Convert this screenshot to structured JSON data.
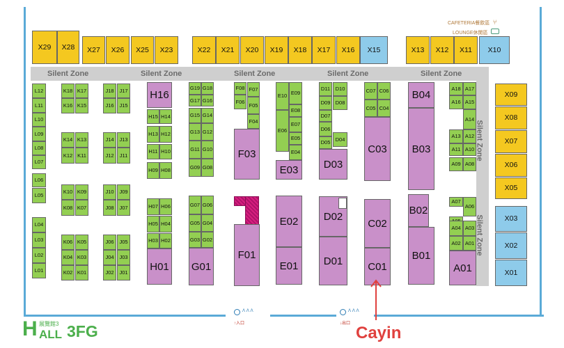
{
  "header": {
    "cafeteria": "CAFETERIA餐飲區",
    "lounge": "LOUNGE休閒區"
  },
  "zone_label": "Silent Zone",
  "hall": {
    "prefix": "展覽館3",
    "h": "H",
    "all": "ALL",
    "num": "3FG"
  },
  "entrances": {
    "left": "入口",
    "right": "出口",
    "sign": "ᐱ ᐱ ᐱ"
  },
  "marker": {
    "label": "Cayin",
    "color": "#e0413e"
  },
  "colors": {
    "yellow": "#f4c820",
    "blue": "#8ecbea",
    "green": "#93cf52",
    "purple": "#c990c9",
    "wall": "#5aaad7"
  },
  "booths": {
    "top": [
      "X29",
      "X28",
      "X27",
      "X26",
      "X25",
      "X23",
      "X22",
      "X21",
      "X20",
      "X19",
      "X18",
      "X17",
      "X16",
      "X15",
      "X13",
      "X12",
      "X11",
      "X10"
    ],
    "right": [
      "X09",
      "X08",
      "X07",
      "X06",
      "X05",
      "X03",
      "X02",
      "X01"
    ],
    "L": [
      "L12",
      "L11",
      "L10",
      "L09",
      "L08",
      "L07",
      "L06",
      "L05",
      "L04",
      "L03",
      "L02",
      "L01"
    ],
    "K": [
      "K18",
      "K17",
      "K16",
      "K15",
      "K14",
      "K13",
      "K12",
      "K11",
      "K10",
      "K09",
      "K08",
      "K07",
      "K06",
      "K05",
      "K04",
      "K03",
      "K02",
      "K01"
    ],
    "J": [
      "J18",
      "J17",
      "J16",
      "J15",
      "J14",
      "J13",
      "J12",
      "J11",
      "J10",
      "J09",
      "J08",
      "J07",
      "J06",
      "J05",
      "J04",
      "J03",
      "J02",
      "J01"
    ],
    "H": [
      "H16",
      "H15",
      "H14",
      "H13",
      "H12",
      "H11",
      "H10",
      "H09",
      "H08",
      "H07",
      "H06",
      "H05",
      "H04",
      "H03",
      "H02",
      "H01"
    ],
    "G": [
      "G19",
      "G18",
      "G17",
      "G16",
      "G15",
      "G14",
      "G13",
      "G12",
      "G11",
      "G10",
      "G09",
      "G08",
      "G07",
      "G06",
      "G05",
      "G04",
      "G03",
      "G02",
      "G01"
    ],
    "F": [
      "F08",
      "F07",
      "F06",
      "F05",
      "F04",
      "F03",
      "F01"
    ],
    "E": [
      "E10",
      "E09",
      "E08",
      "E07",
      "E06",
      "E05",
      "E04",
      "E03",
      "E02",
      "E01"
    ],
    "D": [
      "D11",
      "D10",
      "D09",
      "D08",
      "D07",
      "D06",
      "D05",
      "D04",
      "D03",
      "D02",
      "D01"
    ],
    "C": [
      "C07",
      "C06",
      "C05",
      "C04",
      "C03",
      "C02",
      "C01"
    ],
    "B": [
      "B04",
      "B03",
      "B02",
      "B01"
    ],
    "A": [
      "A18",
      "A17",
      "A16",
      "A15",
      "A14",
      "A13",
      "A12",
      "A11",
      "A10",
      "A09",
      "A08",
      "A07",
      "A06",
      "A05",
      "A04",
      "A03",
      "A02",
      "A01"
    ]
  }
}
